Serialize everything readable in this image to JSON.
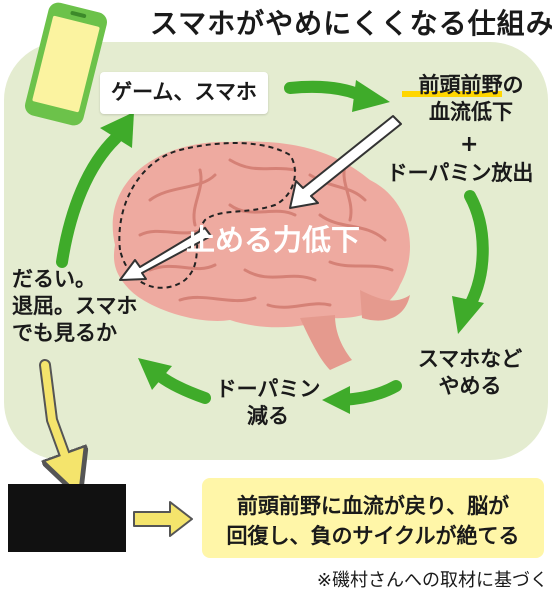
{
  "title": "スマホがやめにくくなる仕組み",
  "cycle": {
    "game_smartphone": "ゲーム、スマホ",
    "blood_flow_down": [
      "前頭前野の",
      "血流低下"
    ],
    "plus": "+",
    "dopamine_release": "ドーパミン放出",
    "quit_smartphone": [
      "スマホなど",
      "やめる"
    ],
    "dopamine_decrease": [
      "ドーパミン",
      "減る"
    ],
    "tired_bored": [
      "だるい。",
      "退屈。スマホ",
      "でも見るか"
    ]
  },
  "brain_label": "止める力低下",
  "result": [
    "前頭前野に血流が戻り、脳が",
    "回復し、負のサイクルが絶てる"
  ],
  "source": "※磯村さんへの取材に基づく",
  "colors": {
    "panel": "#e4ecd0",
    "cycle_arrow": "#3fab2a",
    "brain": "#eeaaa0",
    "phone": "#6cc24a",
    "phone_screen": "#fbf3a0",
    "result_box": "#fff6a8",
    "blood_highlight": "#ffd600"
  }
}
